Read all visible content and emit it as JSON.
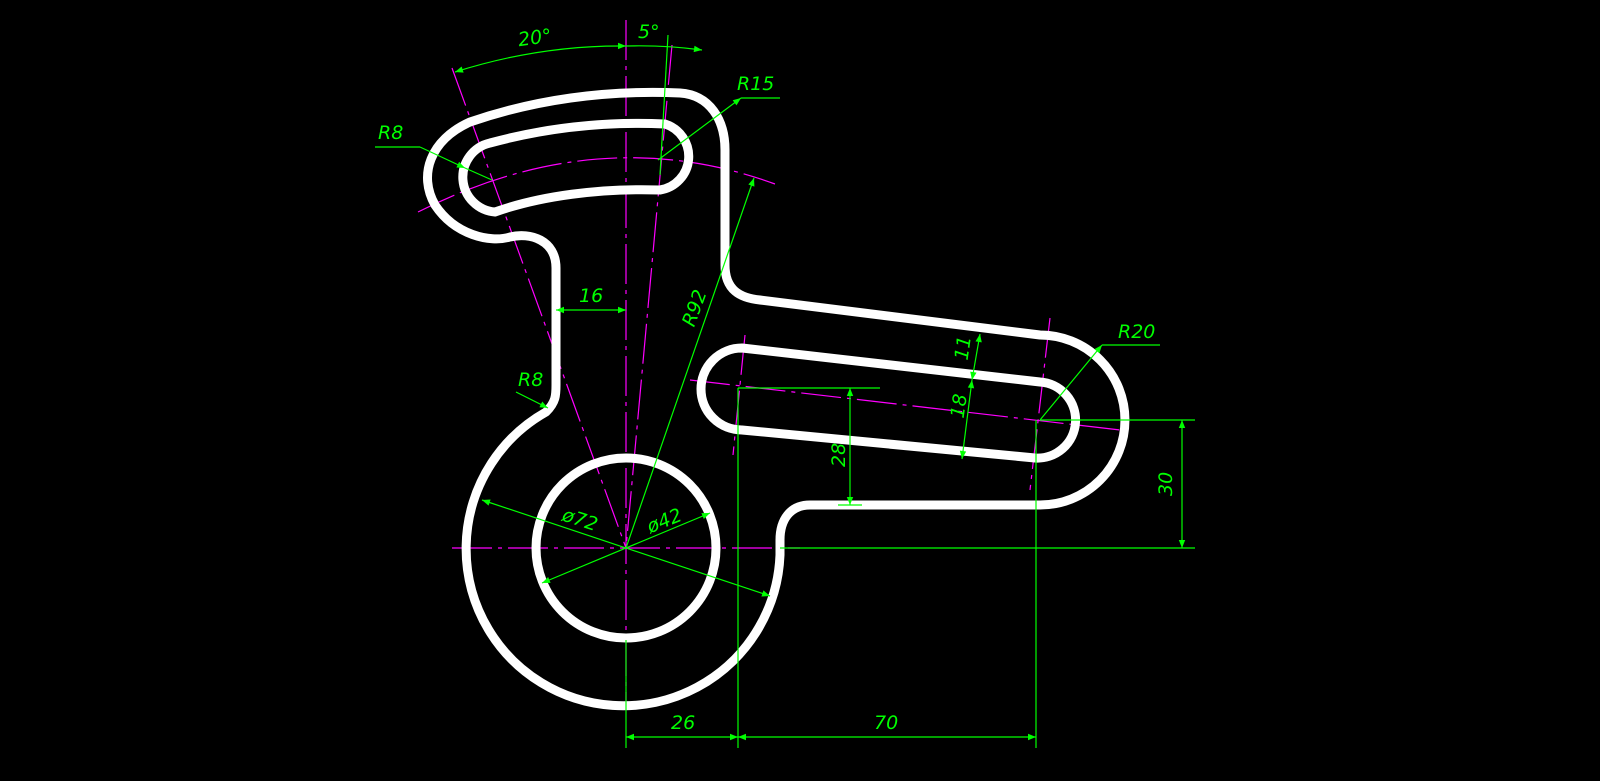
{
  "drawing": {
    "colors": {
      "background": "#000000",
      "outline": "#ffffff",
      "dimension": "#00ff00",
      "centerline": "#ff00ff"
    },
    "dimensions": {
      "angle_20": "20°",
      "angle_5": "5°",
      "r15": "R15",
      "r8_top": "R8",
      "width_16": "16",
      "r92": "R92",
      "r8_fillet": "R8",
      "dia72": "ø72",
      "dia42": "ø42",
      "height_28": "28",
      "width_11": "11",
      "width_18": "18",
      "r20": "R20",
      "height_30": "30",
      "length_26": "26",
      "length_70": "70"
    }
  }
}
